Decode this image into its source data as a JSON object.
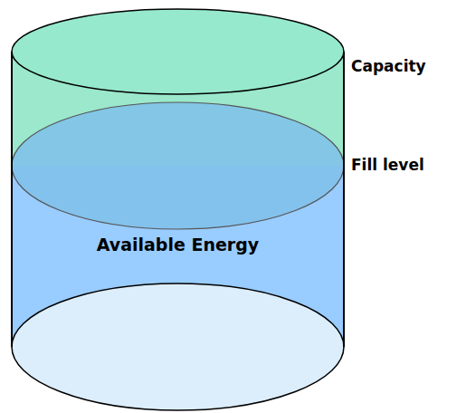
{
  "diagram": {
    "nodes": [
      {
        "text": [
          "Available Energy"
        ]
      }
    ],
    "labels": [
      "Capacity",
      "Fill level"
    ]
  }
}
